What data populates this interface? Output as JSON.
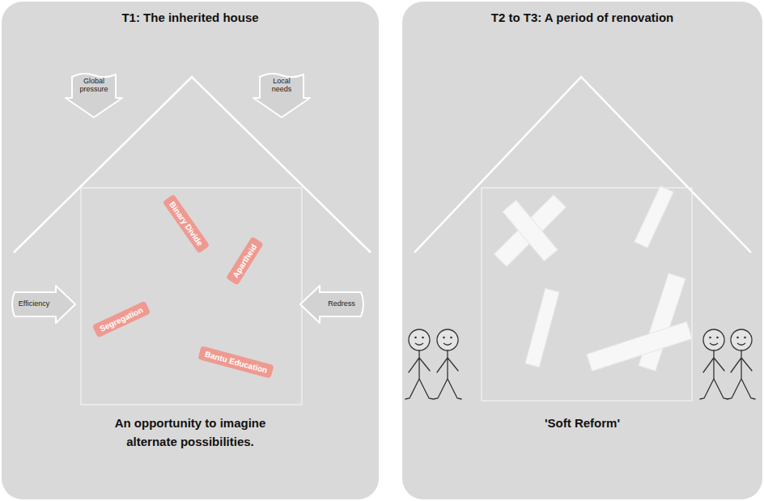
{
  "diagram": {
    "nodes": [
      {
        "text": [
          "T1: The inherited house",
          "An opportunity to imagine alternate possibilities."
        ]
      },
      {
        "text": [
          "Global pressure"
        ],
        "in": 0
      },
      {
        "text": [
          "Local needs"
        ],
        "in": 0
      },
      {
        "text": [
          "Binary Divide"
        ],
        "in": 0
      },
      {
        "text": [
          "Apartheid"
        ],
        "in": 0
      },
      {
        "text": [
          "Efficiency"
        ],
        "in": 0
      },
      {
        "text": [
          "Segregation"
        ],
        "in": 0
      },
      {
        "text": [
          "Redress"
        ],
        "in": 0
      },
      {
        "text": [
          "Bantu Education"
        ],
        "in": 0
      },
      {
        "text": [
          "T2 to T3: A period of renovation",
          "'Soft Reform'"
        ]
      }
    ]
  }
}
